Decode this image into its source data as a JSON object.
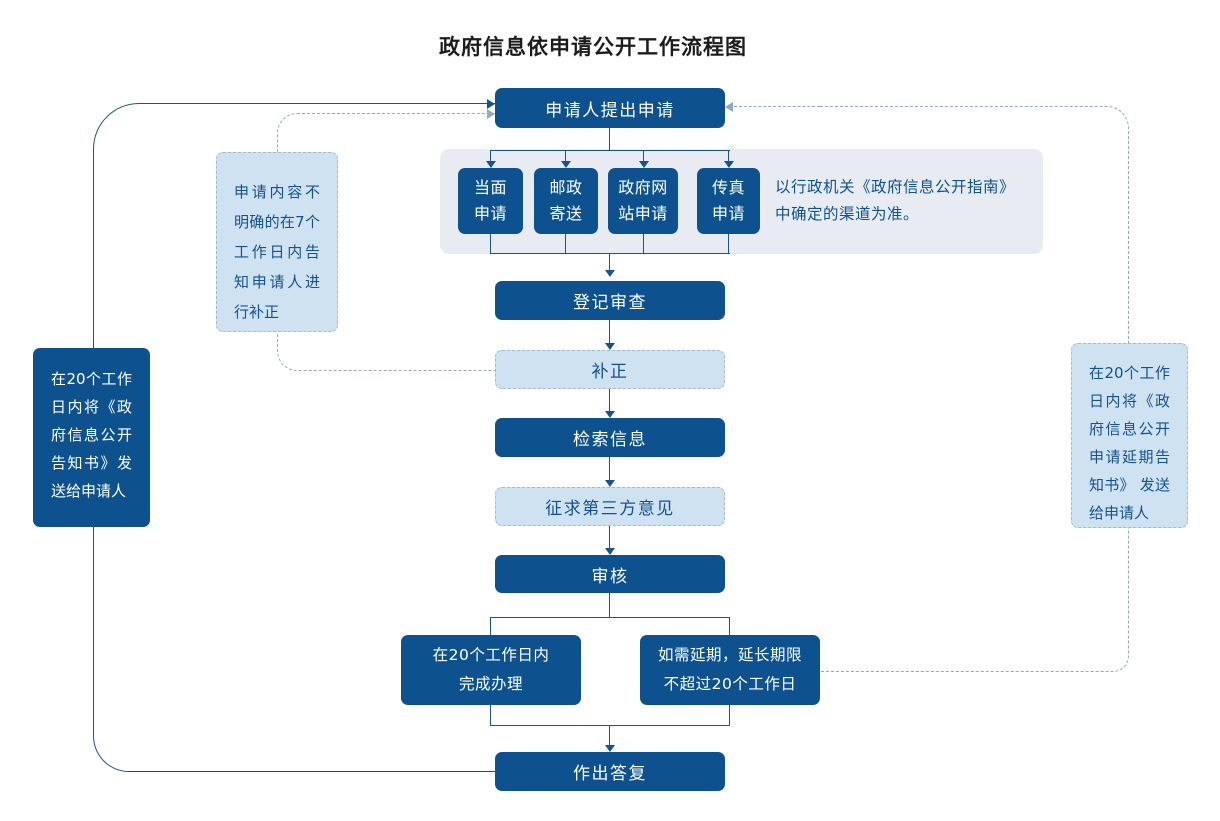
{
  "title": "政府信息依申请公开工作流程图",
  "flow": {
    "apply": "申请人提出申请",
    "register": "登记审查",
    "supplement": "补正",
    "search": "检索信息",
    "third_party": "征求第三方意见",
    "review": "审核",
    "reply": "作出答复"
  },
  "channels": {
    "items": [
      {
        "line1": "当面",
        "line2": "申请"
      },
      {
        "line1": "邮政",
        "line2": "寄送"
      },
      {
        "line1": "政府网",
        "line2": "站申请"
      },
      {
        "line1": "传真",
        "line2": "申请"
      }
    ],
    "note": "以行政机关《政府信息公开指南》中确定的渠道为准。"
  },
  "deadline": {
    "normal_line1": "在20个工作日内",
    "normal_line2": "完成办理",
    "extend_line1": "如需延期，延长期限",
    "extend_line2": "不超过20个工作日"
  },
  "annotations": {
    "left_dark": "在20个工作日内将《政府信息公开告知书》发送给申请人",
    "left_light": "申请内容不明确的在7个工作日内告知申请人进行补正",
    "right_light": "在20个工作日内将《政府信息公开申请延期告知书》 发送给申请人"
  },
  "colors": {
    "dark_node": "#0d528f",
    "light_node_fill": "#cfe2f2",
    "light_node_border": "#a7b9cc",
    "light_node_text": "#14528c",
    "channels_container_bg": "#e8ecf2",
    "solid_line": "#17538f",
    "dashed_line": "#92a8c4",
    "title_text": "#1c1c1c"
  }
}
